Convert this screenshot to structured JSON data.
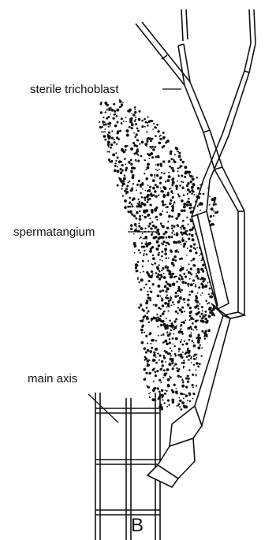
{
  "labels": {
    "sterile_trichoblast": "sterile trichoblast",
    "spermatangium": "spermatangium",
    "main_axis": "main axis",
    "panel": "B"
  },
  "colors": {
    "ink": "#111111",
    "background": "#ffffff"
  }
}
